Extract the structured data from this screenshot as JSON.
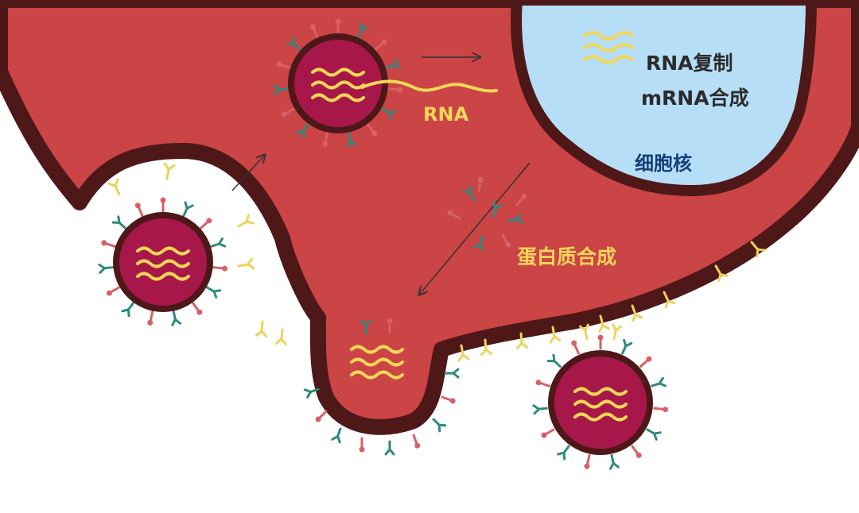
{
  "labels": {
    "rna_strand": "RNA",
    "nucleus_line1": "RNA复制",
    "nucleus_line2": "mRNA合成",
    "nucleus_name": "细胞核",
    "protein_synthesis": "蛋白质合成"
  },
  "colors": {
    "cell_fill": "#cb4446",
    "membrane": "#4e1818",
    "nucleus_fill": "#b6def6",
    "virus_core": "#a8174a",
    "rna_yellow": "#f3d856",
    "spike_red": "#d86066",
    "spike_teal": "#2f8a7c",
    "spike_yellow": "#eed25a",
    "label_yellow": "#f5d65a",
    "label_dark": "#2b2b2b",
    "label_blue": "#143f7a"
  },
  "icons": [
    "virus-particle",
    "rna-strand",
    "spike-protein",
    "arrow"
  ]
}
